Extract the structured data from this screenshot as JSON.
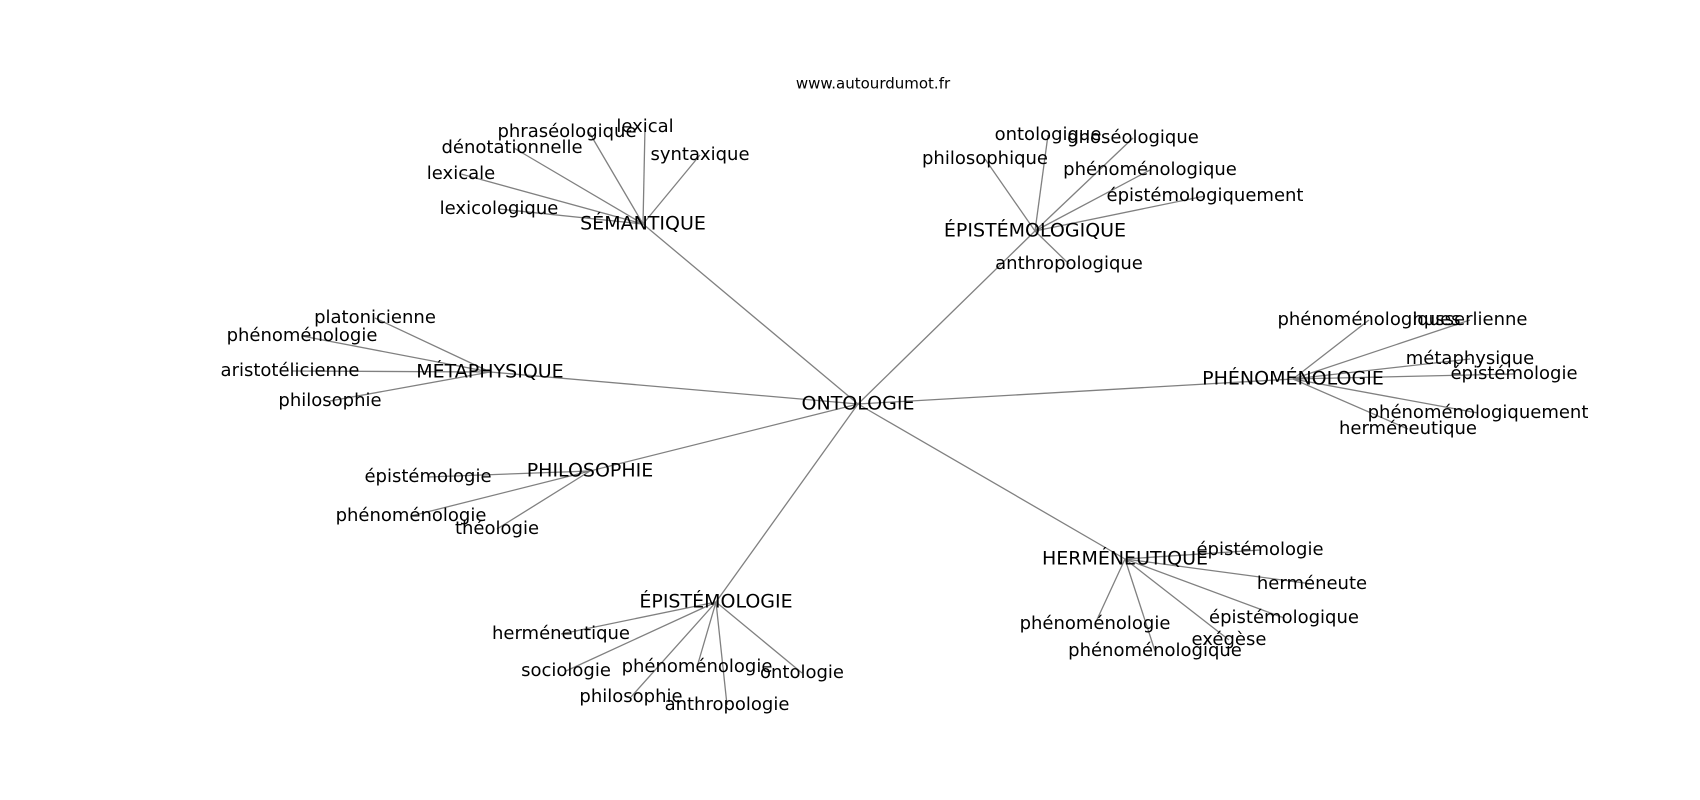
{
  "source": "www.autourdumot.fr",
  "root": {
    "id": "root",
    "label": "ONTOLOGIE"
  },
  "hubs": [
    {
      "id": "semantique",
      "label": "SÉMANTIQUE",
      "leaves": [
        "lexical",
        "phraséologique",
        "syntaxique",
        "dénotationnelle",
        "lexicale",
        "lexicologique"
      ]
    },
    {
      "id": "epistemologique",
      "label": "ÉPISTÉMOLOGIQUE",
      "leaves": [
        "ontologique",
        "gnoséologique",
        "philosophique",
        "phénoménologique",
        "épistémologiquement",
        "anthropologique"
      ]
    },
    {
      "id": "metaphysique",
      "label": "MÉTAPHYSIQUE",
      "leaves": [
        "platonicienne",
        "phénoménologie",
        "aristotélicienne",
        "philosophie"
      ]
    },
    {
      "id": "phenomenologie",
      "label": "PHÉNOMÉNOLOGIE",
      "leaves": [
        "phénoménologiques",
        "husserlienne",
        "métaphysique",
        "épistémologie",
        "phénoménologiquement",
        "herméneutique"
      ]
    },
    {
      "id": "philosophie",
      "label": "PHILOSOPHIE",
      "leaves": [
        "épistémologie",
        "phénoménologie",
        "théologie"
      ]
    },
    {
      "id": "hermeneutique",
      "label": "HERMÉNEUTIQUE",
      "leaves": [
        "épistémologie",
        "herméneute",
        "épistémologique",
        "exégèse",
        "phénoménologie",
        "phénoménologique"
      ]
    },
    {
      "id": "epistemologie",
      "label": "ÉPISTÉMOLOGIE",
      "leaves": [
        "herméneutique",
        "sociologie",
        "phénoménologie",
        "ontologie",
        "philosophie",
        "anthropologie"
      ]
    }
  ]
}
